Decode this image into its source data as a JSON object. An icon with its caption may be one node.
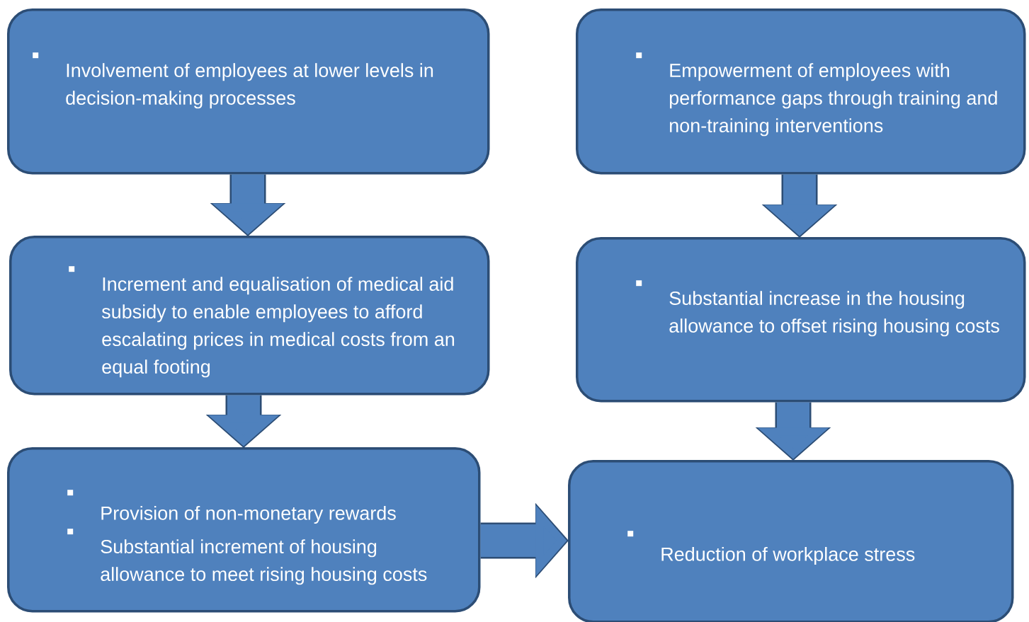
{
  "diagram": {
    "nodes": [
      {
        "text": [
          "Involvement of employees at lower levels in decision-making processes"
        ]
      },
      {
        "text": [
          "Increment and equalisation of medical aid subsidy to enable employees to afford escalating prices in medical costs from an equal footing"
        ]
      },
      {
        "text": [
          "Provision of non-monetary rewards",
          "Substantial increment of housing allowance to meet rising housing costs"
        ]
      },
      {
        "text": [
          "Empowerment of employees with performance gaps through training and non-training interventions"
        ]
      },
      {
        "text": [
          "Substantial increase in the housing allowance to offset rising housing costs"
        ]
      },
      {
        "text": [
          "Reduction of workplace stress"
        ]
      }
    ],
    "edges": [
      {
        "from": 0,
        "to": 1,
        "arrow": "to"
      },
      {
        "from": 1,
        "to": 2,
        "arrow": "to"
      },
      {
        "from": 3,
        "to": 4,
        "arrow": "to"
      },
      {
        "from": 4,
        "to": 5,
        "arrow": "to"
      },
      {
        "from": 2,
        "to": 5,
        "arrow": "to"
      }
    ]
  }
}
